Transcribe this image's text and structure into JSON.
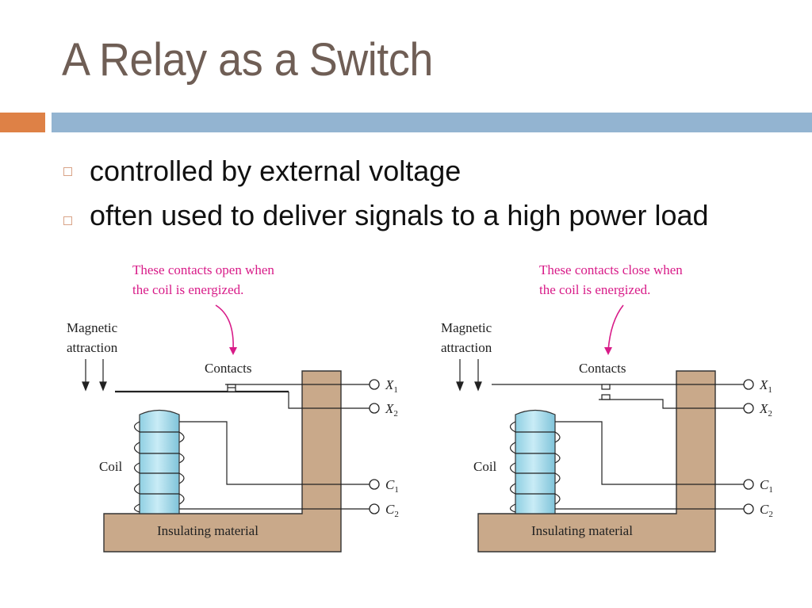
{
  "slide": {
    "title": "A Relay as a Switch",
    "accent_colors": {
      "orange": "#de8146",
      "blue": "#93b4d1",
      "title": "#6f5e55"
    },
    "bullets": [
      {
        "text": "controlled by external voltage"
      },
      {
        "text": "often used to deliver signals to a high power load"
      }
    ]
  },
  "diagrams": [
    {
      "name": "normally-closed-relay",
      "annotation_line1": "These contacts open when",
      "annotation_line2": "the coil is energized.",
      "magnetic_line1": "Magnetic",
      "magnetic_line2": "attraction",
      "contacts_label": "Contacts",
      "coil_label": "Coil",
      "base_label": "Insulating material",
      "terminals": [
        {
          "letter": "X",
          "sub": "1"
        },
        {
          "letter": "X",
          "sub": "2"
        },
        {
          "letter": "C",
          "sub": "1"
        },
        {
          "letter": "C",
          "sub": "2"
        }
      ]
    },
    {
      "name": "normally-open-relay",
      "annotation_line1": "These contacts close when",
      "annotation_line2": "the coil is energized.",
      "magnetic_line1": "Magnetic",
      "magnetic_line2": "attraction",
      "contacts_label": "Contacts",
      "coil_label": "Coil",
      "base_label": "Insulating material",
      "terminals": [
        {
          "letter": "X",
          "sub": "1"
        },
        {
          "letter": "X",
          "sub": "2"
        },
        {
          "letter": "C",
          "sub": "1"
        },
        {
          "letter": "C",
          "sub": "2"
        }
      ]
    }
  ]
}
